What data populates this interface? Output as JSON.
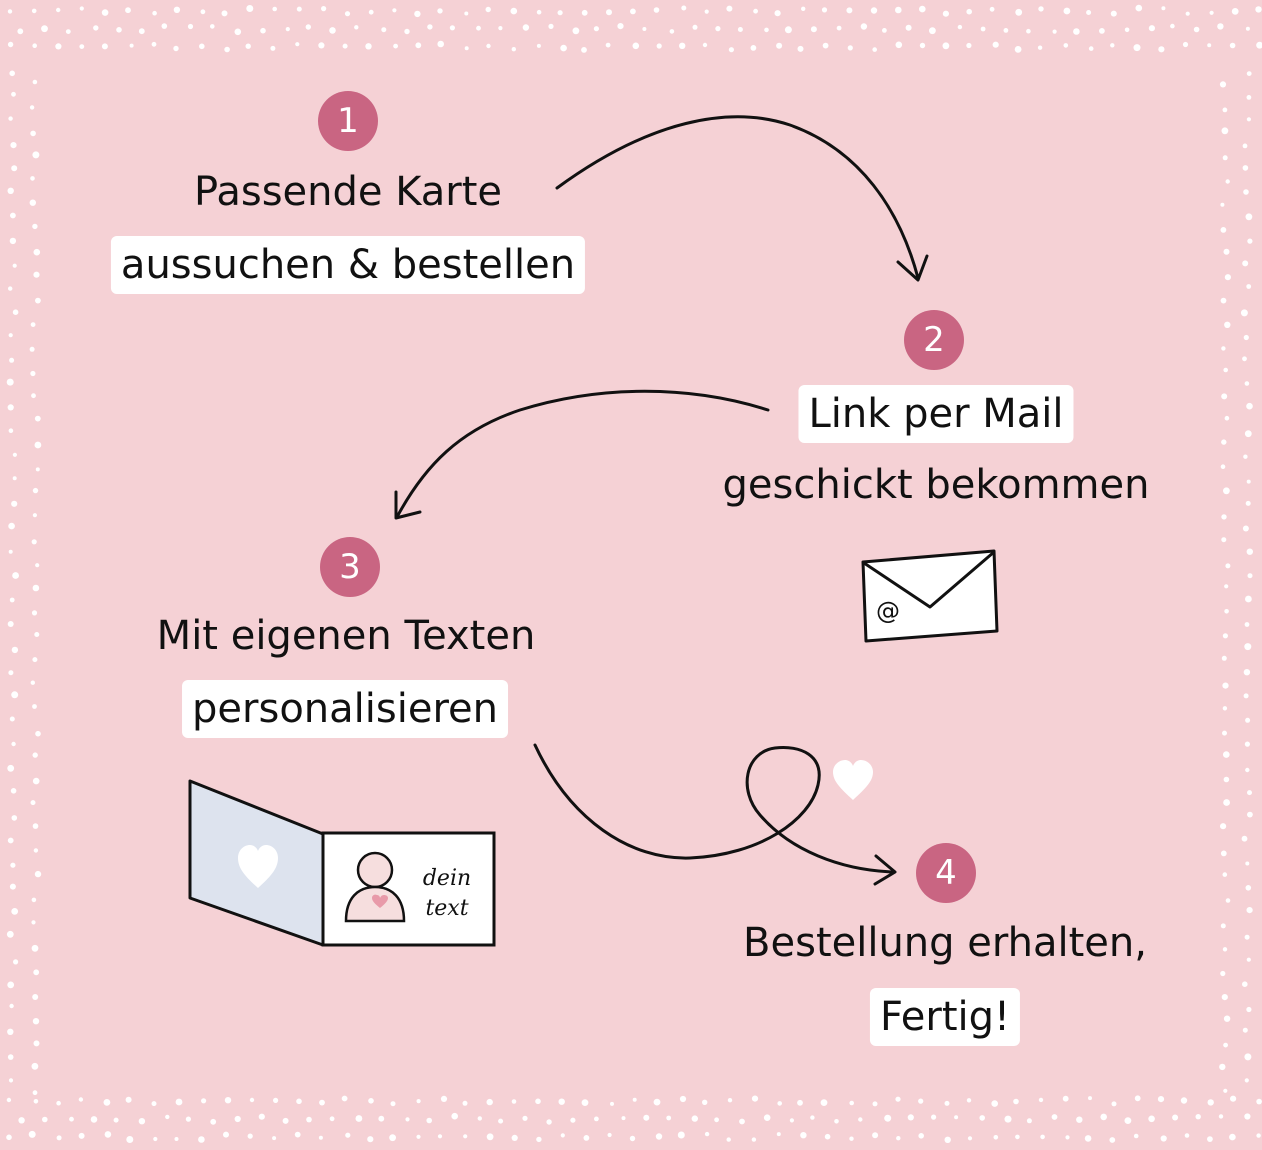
{
  "colors": {
    "background": "#f5d1d5",
    "badge": "#c96582",
    "highlight": "#ffffff",
    "ink": "#111111",
    "card_panel": "#dde3ee"
  },
  "steps": [
    {
      "number": "1",
      "line1": "Passende Karte",
      "line2": "aussuchen & bestellen",
      "highlighted_line": 2
    },
    {
      "number": "2",
      "line1": "Link per Mail",
      "line2": "geschickt bekommen",
      "highlighted_line": 1
    },
    {
      "number": "3",
      "line1": "Mit eigenen Texten",
      "line2": "personalisieren",
      "highlighted_line": 2
    },
    {
      "number": "4",
      "line1": "Bestellung erhalten,",
      "line2": "Fertig!",
      "highlighted_line": 2
    }
  ],
  "illustrations": {
    "envelope_icon": "envelope-with-at-sign",
    "envelope_symbol": "@",
    "card_icon": "folded-card-with-heart-and-avatar",
    "card_text": [
      "dein",
      "text"
    ],
    "loop_icon": "heart"
  }
}
